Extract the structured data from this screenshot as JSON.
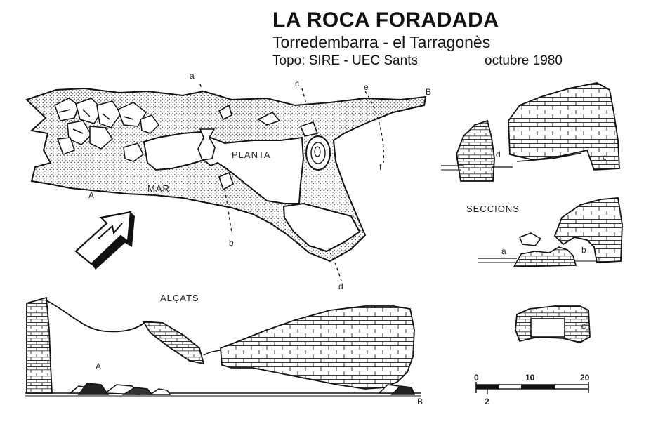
{
  "header": {
    "title": "LA ROCA FORADADA",
    "subtitle": "Torredembarra - el Tarragonès",
    "survey": "Topo: SIRE - UEC Sants",
    "date": "octubre 1980"
  },
  "plan": {
    "label_plan": "PLANTA",
    "label_sea": "MAR",
    "points": {
      "a": "a",
      "b": "b",
      "c": "c",
      "d": "d",
      "e": "e",
      "f": "f",
      "A": "A",
      "B": "B"
    }
  },
  "sections": {
    "title": "SECCIONS",
    "labels": {
      "d": "d",
      "c": "c",
      "a": "a",
      "b": "b",
      "e": "e"
    }
  },
  "elevations": {
    "title": "ALÇATS",
    "A": "A",
    "B": "B"
  },
  "scale": {
    "ticks": [
      "0",
      "10",
      "20"
    ],
    "sub": "2"
  },
  "colors": {
    "ink": "#111111",
    "hatch": "#555555",
    "paper": "#ffffff"
  }
}
